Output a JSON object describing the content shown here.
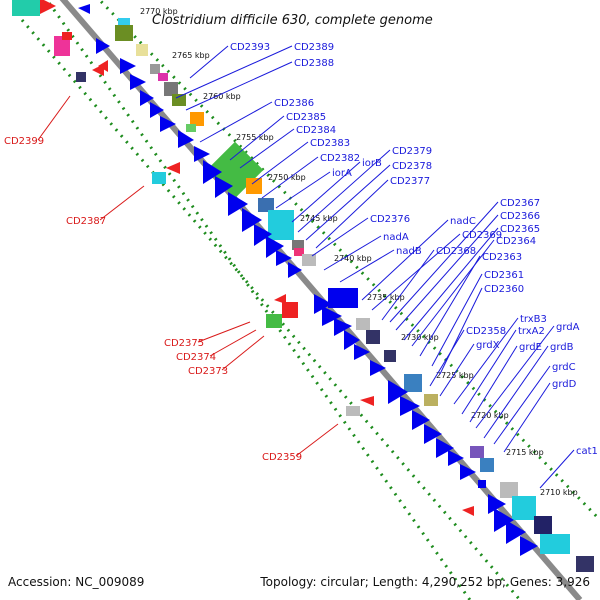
{
  "title": "Clostridium difficile 630, complete genome",
  "footer": {
    "accession": "Accession: NC_009089",
    "summary": "Topology: circular; Length: 4,290,252 bp; Genes: 3,926"
  },
  "kbp_ticks": [
    "2770 kbp",
    "2765 kbp",
    "2760 kbp",
    "2755 kbp",
    "2750 kbp",
    "2745 kbp",
    "2740 kbp",
    "2735 kbp",
    "2730 kbp",
    "2725 kbp",
    "2720 kbp",
    "2715 kbp",
    "2710 kbp"
  ],
  "forward_labels": [
    "CD2393",
    "CD2389",
    "CD2388",
    "CD2386",
    "CD2385",
    "CD2384",
    "CD2383",
    "CD2382",
    "iorA",
    "iorB",
    "CD2379",
    "CD2378",
    "CD2377",
    "CD2376",
    "nadA",
    "nadB",
    "nadC",
    "CD2369",
    "CD2368",
    "CD2367",
    "CD2366",
    "CD2365",
    "CD2364",
    "CD2363",
    "CD2361",
    "CD2360",
    "CD2358",
    "grdX",
    "trxB3",
    "trxA2",
    "grdE",
    "grdA",
    "grdB",
    "grdC",
    "grdD",
    "cat1"
  ],
  "reverse_labels": [
    "CD2399",
    "CD2387",
    "CD2375",
    "CD2374",
    "CD2373",
    "CD2359"
  ],
  "colors": {
    "forward_label": "#1a1adb",
    "reverse_label": "#d91a1a",
    "backbone": "#8a8a8a",
    "dotted_track": "#1e8c1e"
  }
}
